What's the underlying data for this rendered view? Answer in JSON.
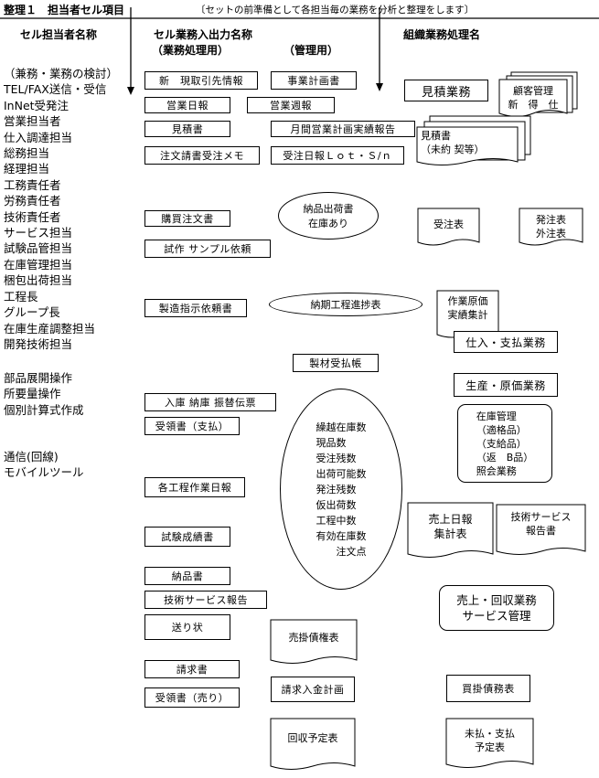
{
  "header": {
    "title": "整理１　担当者セル項目",
    "note": "〔セットの前準備として各担当毎の業務を分析と整理をします〕"
  },
  "columns": {
    "cell_owner": "セル担当者名称",
    "io_title": "セル業務入出力名称",
    "io_processing": "（業務処理用）",
    "io_management": "（管理用）",
    "org": "組織業務処理名"
  },
  "roles": {
    "group1": [
      "（兼務・業務の検討）",
      "TEL/FAX送信・受信",
      "InNet受発注",
      "営業担当者",
      "仕入調達担当",
      "総務担当",
      "経理担当",
      "工務責任者",
      "労務責任者",
      "技術責任者",
      "サービス担当",
      "試験品管担当",
      "在庫管理担当",
      "梱包出荷担当",
      "工程長",
      "グループ長",
      "在庫生産調整担当",
      "開発技術担当"
    ],
    "group2": [
      "部品展開操作",
      "所要量操作",
      "個別計算式作成"
    ],
    "group3": [
      "通信(回線)",
      "モバイルツール"
    ]
  },
  "processing_boxes": [
    "新　現取引先情報",
    "営業日報",
    "見積書",
    "注文請書受注メモ",
    "購買注文書",
    "試作 サンプル依頼",
    "製造指示依頼書",
    "入庫 納庫 振替伝票",
    "受領書（支払）",
    "各工程作業日報",
    "試験成績書",
    "納品書",
    "技術サービス報告",
    "送り状",
    "請求書",
    "受領書（売り）"
  ],
  "management_boxes": [
    "事業計画書",
    "営業週報",
    "月間営業計画実績報告",
    "受注日報Ｌｏｔ・Ｓ/ｎ",
    "製材受払帳"
  ],
  "ellipses": {
    "delivery": "納品出荷書\n在庫あり",
    "progress": "納期工程進捗表",
    "inventory": "繰越在庫数\n現品数\n受注残数\n出荷可能数\n発注残数\n仮出荷数\n工程中数\n有効在庫数\n　　注文点"
  },
  "org_items": {
    "estimate_work": "見積業務",
    "customer": "顧客管理\n新　得　仕",
    "estimate_doc": "見積書\n（未約 契等）",
    "order_table": "受注表",
    "purchase_table": "発注表\n外注表",
    "cost_summary": "作業原価\n実績集計",
    "purchase_pay": "仕入・支払業務",
    "production_cost": "生産・原価業務",
    "stock_mgmt": "在庫管理\n（適格品）\n（支給品）\n（返　B品）\n照会業務",
    "sales_daily": "売上日報\n集計表",
    "tech_report": "技術サービス\n報告書",
    "sales_collect": "売上・回収業務\nサービス管理",
    "receivable": "売掛債権表",
    "billing_plan": "請求入金計画",
    "payable": "買掛債務表",
    "collect_plan": "回収予定表",
    "unpaid": "未払・支払\n予定表"
  }
}
